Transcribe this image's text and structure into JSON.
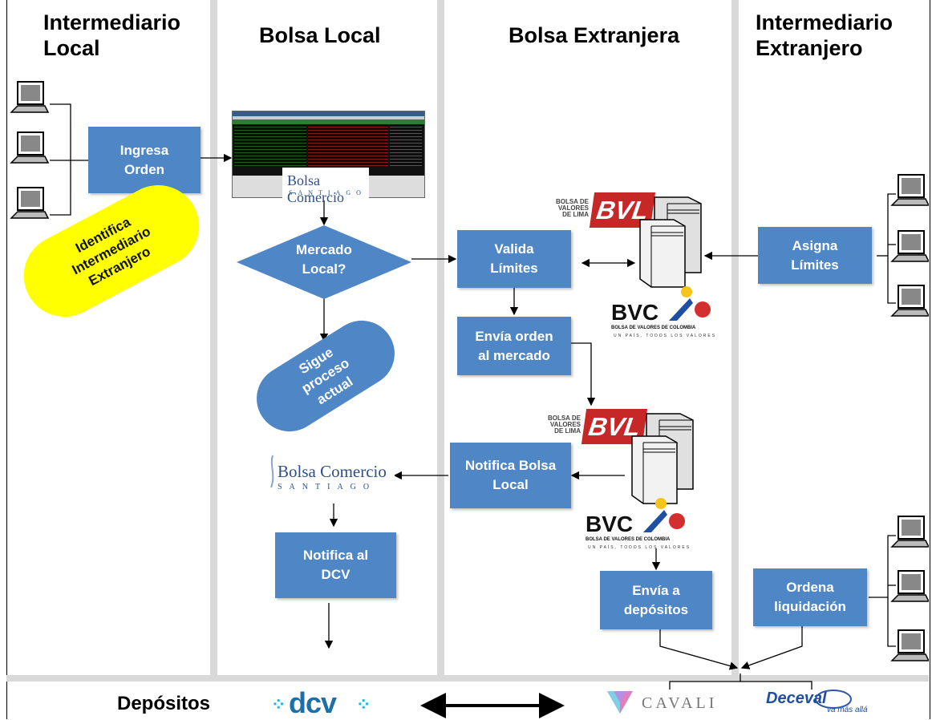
{
  "lanes": {
    "local_broker": "Intermediario Local",
    "local_exchange": "Bolsa Local",
    "foreign_exchange": "Bolsa Extranjera",
    "foreign_broker": "Intermediario Extranjero"
  },
  "steps": {
    "enter_order": "Ingresa Orden",
    "identify_foreign_broker": "Identifica Intermediario Extranjero",
    "local_market_question": "Mercado Local?",
    "continue_current_process": "Sigue proceso actual",
    "validate_limits": "Valida Límites",
    "assign_limits": "Asigna Límites",
    "send_order_to_market": "Envía orden al mercado",
    "notify_local_exchange": "Notifica Bolsa Local",
    "notify_dcv": "Notifica al DCV",
    "send_to_depositories": "Envía a depósitos",
    "order_settlement": "Ordena liquidación"
  },
  "logos": {
    "bcs_name": "Bolsa Comercio",
    "bcs_city": "SANTIAGO",
    "bvl_small": "BOLSA DE VALORES DE LIMA",
    "bvl_big": "BVL",
    "bvc_big": "BVC",
    "bvc_sub": "BOLSA DE VALORES DE COLOMBIA",
    "bvc_tagline": "UN PAÍS, TODOS LOS VALORES",
    "dcv": "dcv",
    "cavali": "CAVALI",
    "deceval": "Deceval",
    "deceval_tagline": "va más allá"
  },
  "footer": {
    "depositories_label": "Depósitos"
  },
  "colors": {
    "process_box": "#4f86c6",
    "highlight_shape": "#ffff00",
    "lane_separator": "#d9d9d9"
  },
  "icons": [
    "computer-icon",
    "server-icon",
    "trading-screen"
  ]
}
